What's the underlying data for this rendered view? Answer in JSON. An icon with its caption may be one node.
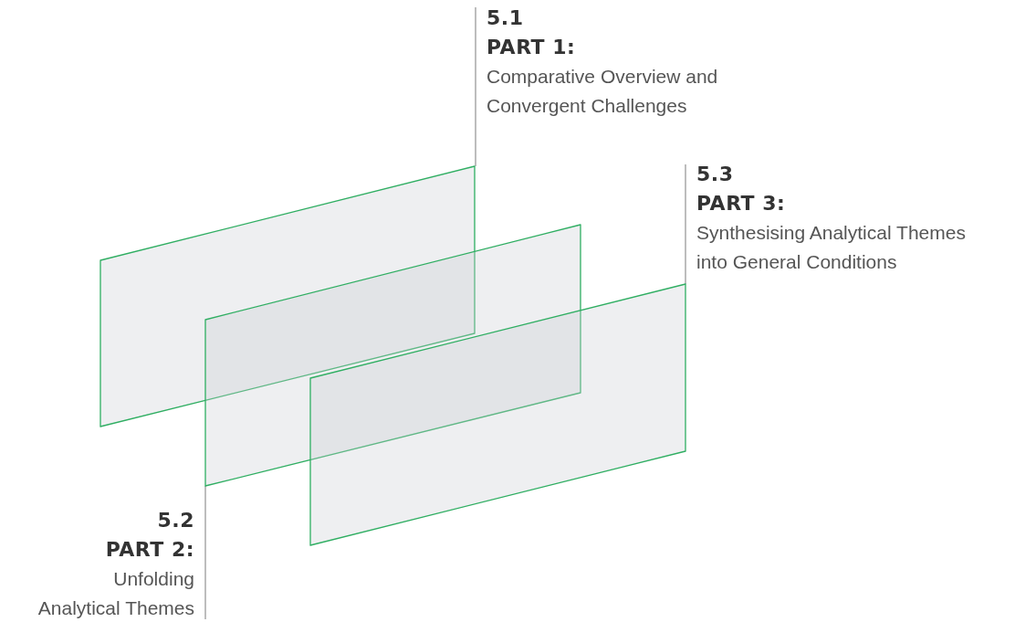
{
  "diagram": {
    "nodes": [
      {
        "text": [
          "5.1",
          "PART 1:",
          "Comparative Overview and Convergent Challenges"
        ]
      },
      {
        "text": [
          "5.3",
          "PART 3:",
          "Synthesising Analytical Themes into General Conditions"
        ]
      },
      {
        "text": [],
        "shape": "parallelogram"
      },
      {
        "text": [],
        "shape": "parallelogram"
      },
      {
        "text": [],
        "shape": "parallelogram"
      },
      {
        "text": [
          "5.2",
          "PART 2:",
          "Unfolding Analytical Themes"
        ]
      }
    ],
    "edges": [
      {
        "from": 0,
        "to": 2,
        "arrow": "none"
      },
      {
        "from": 1,
        "to": 4,
        "arrow": "none"
      },
      {
        "from": 5,
        "to": 3,
        "arrow": "none"
      }
    ]
  }
}
